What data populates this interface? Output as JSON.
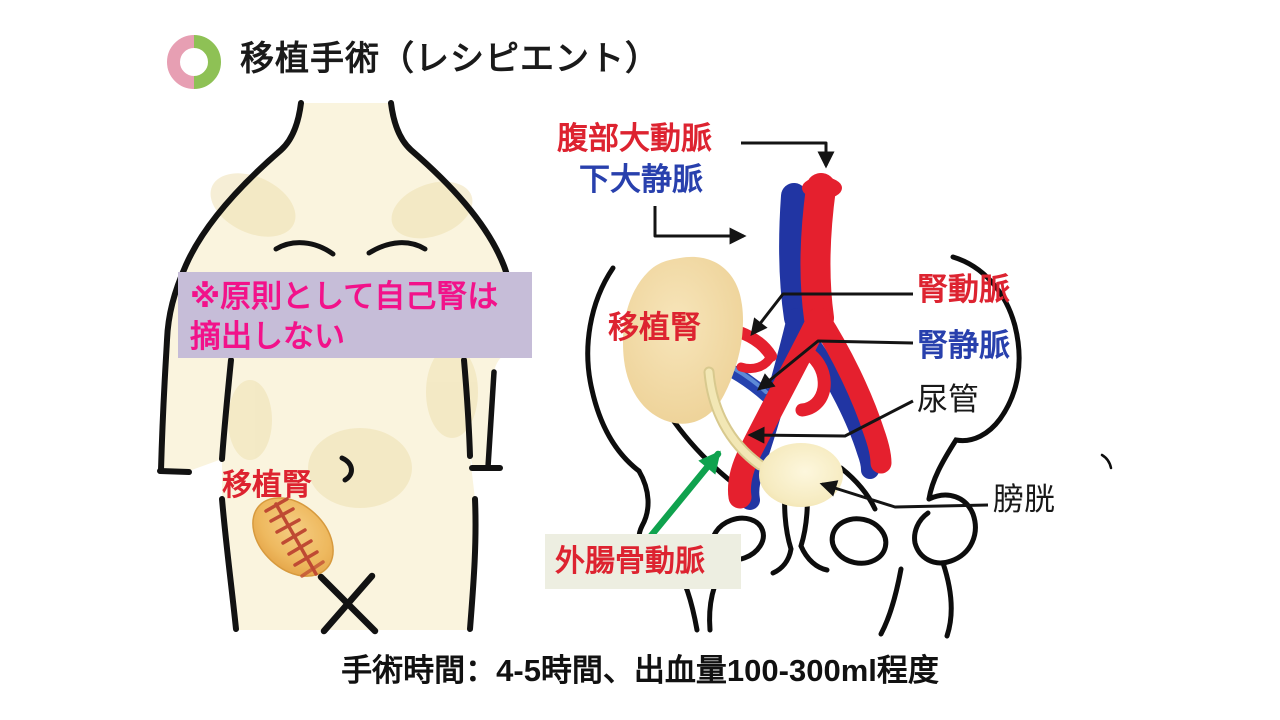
{
  "slide": {
    "title": "移植手術（レシピエント）",
    "caption": "手術時間：4-5時間、出血量100-300ml程度"
  },
  "body_figure": {
    "kidney_label": "移植腎",
    "note": {
      "line1": "※原則として自己腎は",
      "line2": "摘出しない"
    }
  },
  "anatomy_figure": {
    "labels": {
      "aorta": "腹部大動脈",
      "vena_cava": "下大静脈",
      "graft_kidney": "移植腎",
      "renal_artery": "腎動脈",
      "renal_vein": "腎静脈",
      "ureter": "尿管",
      "bladder": "膀胱",
      "external_iliac_artery": "外腸骨動脈"
    }
  },
  "colors": {
    "artery_red": "#e5202e",
    "vein_blue": "#2135a3",
    "label_red": "#dd2330",
    "label_blue": "#2840ad",
    "note_bg": "#c6bdd8",
    "note_text": "#f2128a",
    "highlight_bg": "#edeee1",
    "green_arrow": "#0fa24e",
    "donut_pink": "#e79fb3",
    "donut_green": "#8ec155",
    "skin_cream": "#faf4de",
    "kidney_beige": "#f2d9a2",
    "bladder_yellow": "#f6ebc0"
  }
}
